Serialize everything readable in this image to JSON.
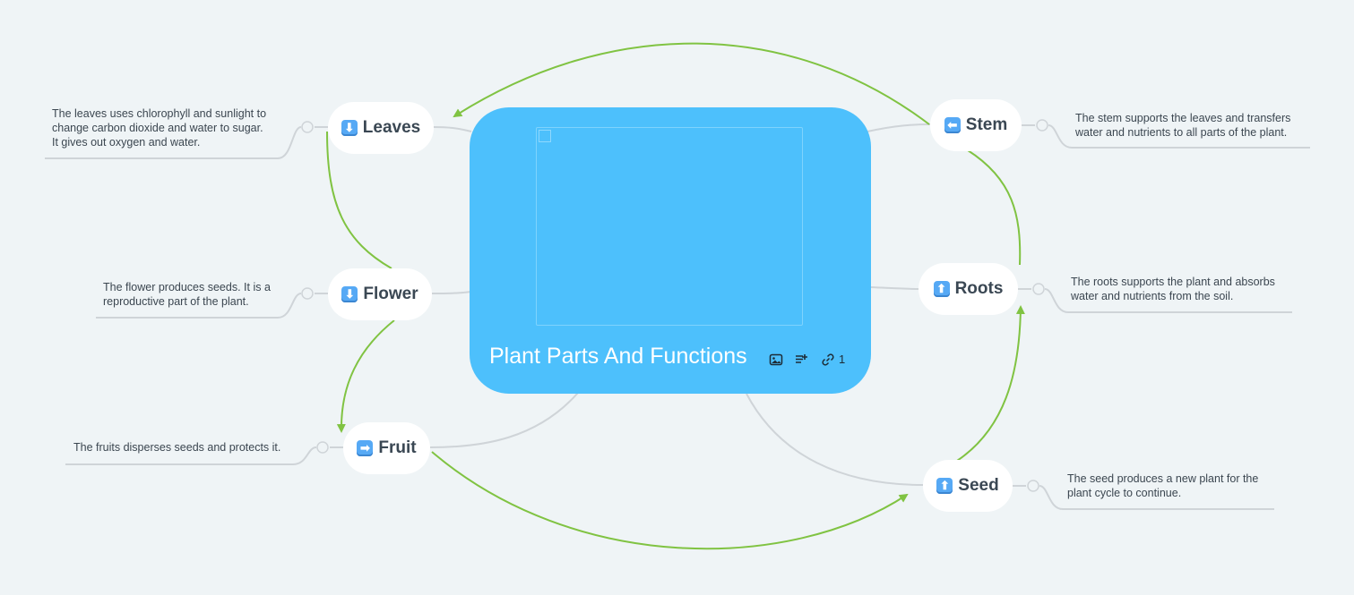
{
  "central": {
    "title": "Plant Parts And Functions",
    "link_count": "1",
    "icons": [
      "image-icon",
      "notes-icon",
      "link-icon"
    ]
  },
  "nodes": {
    "leaves": {
      "label": "Leaves",
      "emoji": "⬇",
      "emoji_name": "down-arrow-emoji"
    },
    "flower": {
      "label": "Flower",
      "emoji": "⬇",
      "emoji_name": "down-arrow-emoji"
    },
    "fruit": {
      "label": "Fruit",
      "emoji": "➡",
      "emoji_name": "right-arrow-emoji"
    },
    "stem": {
      "label": "Stem",
      "emoji": "⬅",
      "emoji_name": "left-arrow-emoji"
    },
    "roots": {
      "label": "Roots",
      "emoji": "⬆",
      "emoji_name": "up-arrow-emoji"
    },
    "seed": {
      "label": "Seed",
      "emoji": "⬆",
      "emoji_name": "up-arrow-emoji"
    }
  },
  "descriptions": {
    "leaves": [
      "The leaves uses chlorophyll and sunlight to",
      "change carbon dioxide and water to sugar.",
      "It gives out oxygen and water."
    ],
    "flower": [
      "The flower produces seeds. It is a",
      "reproductive part of the plant."
    ],
    "fruit": [
      "The fruits disperses seeds and protects it."
    ],
    "stem": [
      "The stem supports the leaves and transfers",
      "water and nutrients to all parts of the plant."
    ],
    "roots": [
      "The roots supports the plant and absorbs",
      "water and nutrients from the soil."
    ],
    "seed": [
      "The seed produces a new plant for the",
      "plant cycle to continue."
    ]
  },
  "colors": {
    "background": "#eff4f6",
    "central": "#4dc0fc",
    "relationship": "#80c342",
    "branch": "#cfd4d8"
  }
}
